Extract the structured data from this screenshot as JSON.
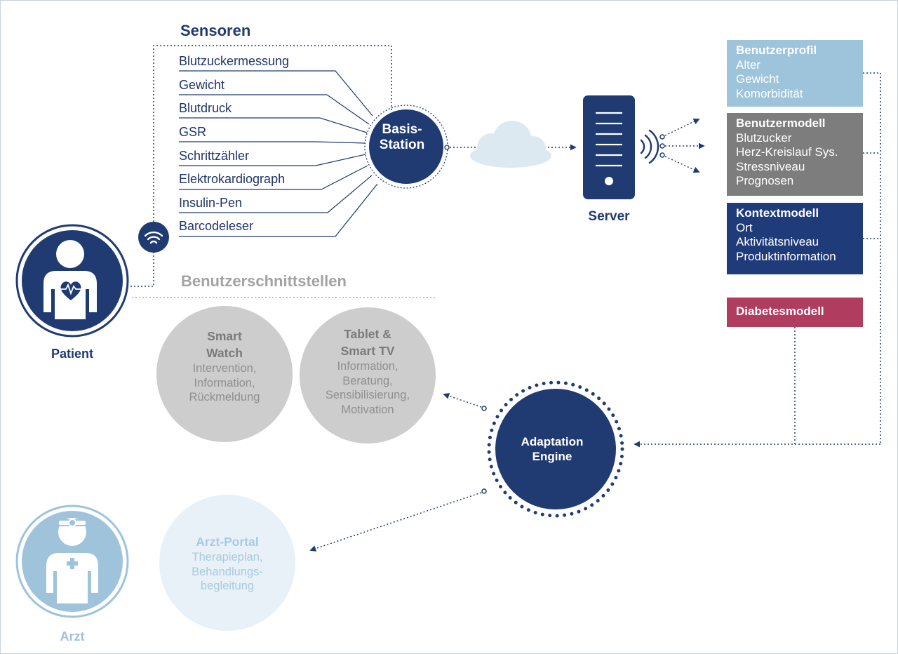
{
  "sensors": {
    "heading": "Sensoren",
    "items": [
      "Blutzuckermessung",
      "Gewicht",
      "Blutdruck",
      "GSR",
      "Schrittzähler",
      "Elektrokardiograph",
      "Insulin-Pen",
      "Barcodeleser"
    ]
  },
  "basis_station": {
    "line1": "Basis-",
    "line2": "Station"
  },
  "server": {
    "label": "Server"
  },
  "models": {
    "profil": {
      "title": "Benutzerprofil",
      "items": [
        "Alter",
        "Gewicht",
        "Komorbidität"
      ]
    },
    "benutzer": {
      "title": "Benutzermodell",
      "items": [
        "Blutzucker",
        "Herz-Kreislauf Sys.",
        "Stressniveau",
        "Prognosen"
      ]
    },
    "kontext": {
      "title": "Kontextmodell",
      "items": [
        "Ort",
        "Aktivitätsniveau",
        "Produktinformation"
      ]
    },
    "diabetes": {
      "title": "Diabetesmodell"
    }
  },
  "interfaces": {
    "heading": "Benutzerschnittstellen",
    "smartwatch": {
      "title1": "Smart",
      "title2": "Watch",
      "items": [
        "Intervention,",
        "Information,",
        "Rückmeldung"
      ]
    },
    "tablet": {
      "title1": "Tablet &",
      "title2": "Smart TV",
      "items": [
        "Information,",
        "Beratung,",
        "Sensibilisierung,",
        "Motivation"
      ]
    }
  },
  "adaptation_engine": {
    "line1": "Adaptation",
    "line2": "Engine"
  },
  "arzt_portal": {
    "title": "Arzt-Portal",
    "items": [
      "Therapieplan,",
      "Behandlungs-",
      "begleitung"
    ]
  },
  "actors": {
    "patient": "Patient",
    "arzt": "Arzt"
  },
  "colors": {
    "navy": "#1f3b72",
    "light_blue": "#9dc4db",
    "grey": "#7d7d7d",
    "circle_grey": "#cdcdcd",
    "diabetes": "#b03c60",
    "pale_blue": "#e8f1f7"
  },
  "icons": [
    "wifi-icon",
    "cloud-icon",
    "server-icon",
    "signal-waves-icon",
    "patient-heart-icon",
    "doctor-icon"
  ]
}
